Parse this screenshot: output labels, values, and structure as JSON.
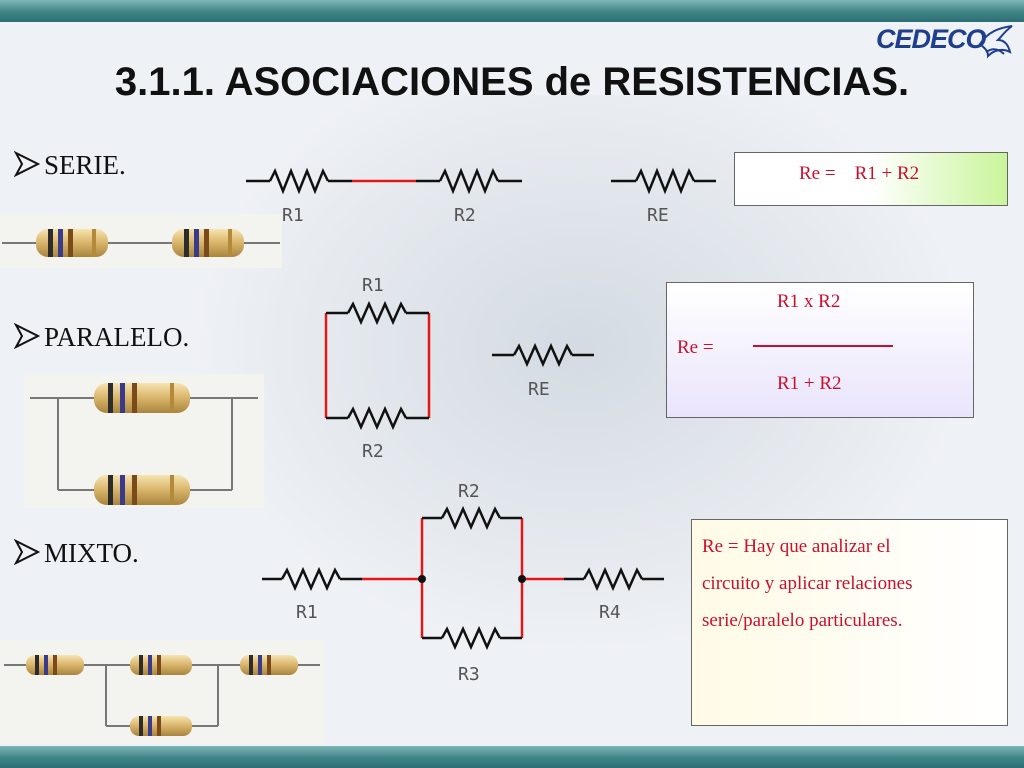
{
  "title": "3.1.1. ASOCIACIONES  de  RESISTENCIAS.",
  "logo": "CEDECO",
  "sections": {
    "serie": "SERIE.",
    "paralelo": "PARALELO.",
    "mixto": "MIXTO."
  },
  "labels": {
    "r1": "R1",
    "r2": "R2",
    "r3": "R3",
    "r4": "R4",
    "re": "RE"
  },
  "formulas": {
    "serie": "Re =    R1 + R2",
    "paralelo_prefix": "Re =",
    "paralelo_numerator": "R1 x R2",
    "paralelo_denominator": "R1 + R2",
    "mixto_line1": "Re = Hay que analizar el",
    "mixto_line2": "circuito y aplicar relaciones",
    "mixto_line3": "serie/paralelo particulares."
  },
  "colors": {
    "wire": "#111111",
    "highlight": "#e01818",
    "formula_text": "#c8102e",
    "header_bar": "#3e8486"
  }
}
